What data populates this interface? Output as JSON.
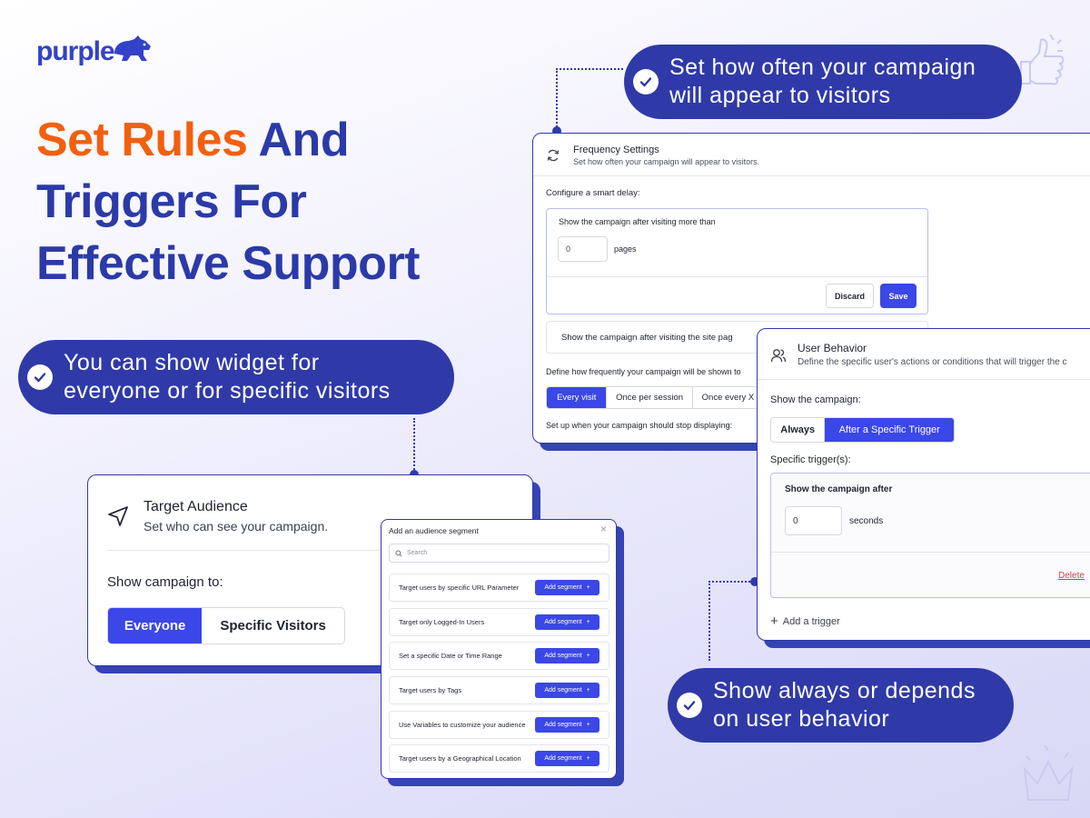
{
  "brand": {
    "logo_text": "purple",
    "primary": "#2f3aa8",
    "accent": "#f2600f",
    "button": "#3b47e6"
  },
  "headline": {
    "accent": "Set Rules",
    "rest_line1": " And",
    "line2": "Triggers For",
    "line3": "Effective Support"
  },
  "callouts": {
    "frequency": {
      "line1": "Set how often your campaign",
      "line2": "will appear to visitors"
    },
    "audience": {
      "line1": "You can show widget for",
      "line2": "everyone or for specific visitors"
    },
    "behavior": {
      "line1": "Show always or depends",
      "line2": "on user behavior"
    }
  },
  "frequency_card": {
    "title": "Frequency Settings",
    "subtitle": "Set how often your campaign will appear to visitors.",
    "smart_delay_label": "Configure a smart delay:",
    "pages_box": {
      "label": "Show the campaign after visiting more than",
      "value": "0",
      "unit": "pages",
      "discard": "Discard",
      "save": "Save"
    },
    "site_pages_label": "Show the campaign after visiting the site pag",
    "frequency_label": "Define how frequently your campaign will be shown to",
    "frequency_options": [
      "Every visit",
      "Once per session",
      "Once every X"
    ],
    "frequency_selected": "Every visit",
    "stop_label": "Set up when your campaign should stop displaying:"
  },
  "user_behavior_card": {
    "title": "User Behavior",
    "subtitle": "Define the specific user's actions or conditions that will trigger the c",
    "show_label": "Show the campaign:",
    "options": [
      "Always",
      "After a Specific Trigger"
    ],
    "selected": "After a Specific Trigger",
    "triggers_label": "Specific trigger(s):",
    "trigger_box": {
      "label": "Show the campaign after",
      "value": "0",
      "unit": "seconds",
      "delete": "Delete"
    },
    "add_trigger": "Add a trigger"
  },
  "target_audience_card": {
    "title": "Target Audience",
    "subtitle": "Set who can see your campaign.",
    "show_label": "Show campaign to:",
    "options": [
      "Everyone",
      "Specific Visitors"
    ],
    "selected": "Everyone"
  },
  "segment_modal": {
    "title": "Add an audience segment",
    "search_placeholder": "Search",
    "add_label": "Add segment",
    "segments": [
      "Target users by specific URL Parameter",
      "Target only Logged-In Users",
      "Set a specific Date or Time Range",
      "Target users by Tags",
      "Use Variables to customize your audience",
      "Target users by a Geographical Location"
    ]
  }
}
